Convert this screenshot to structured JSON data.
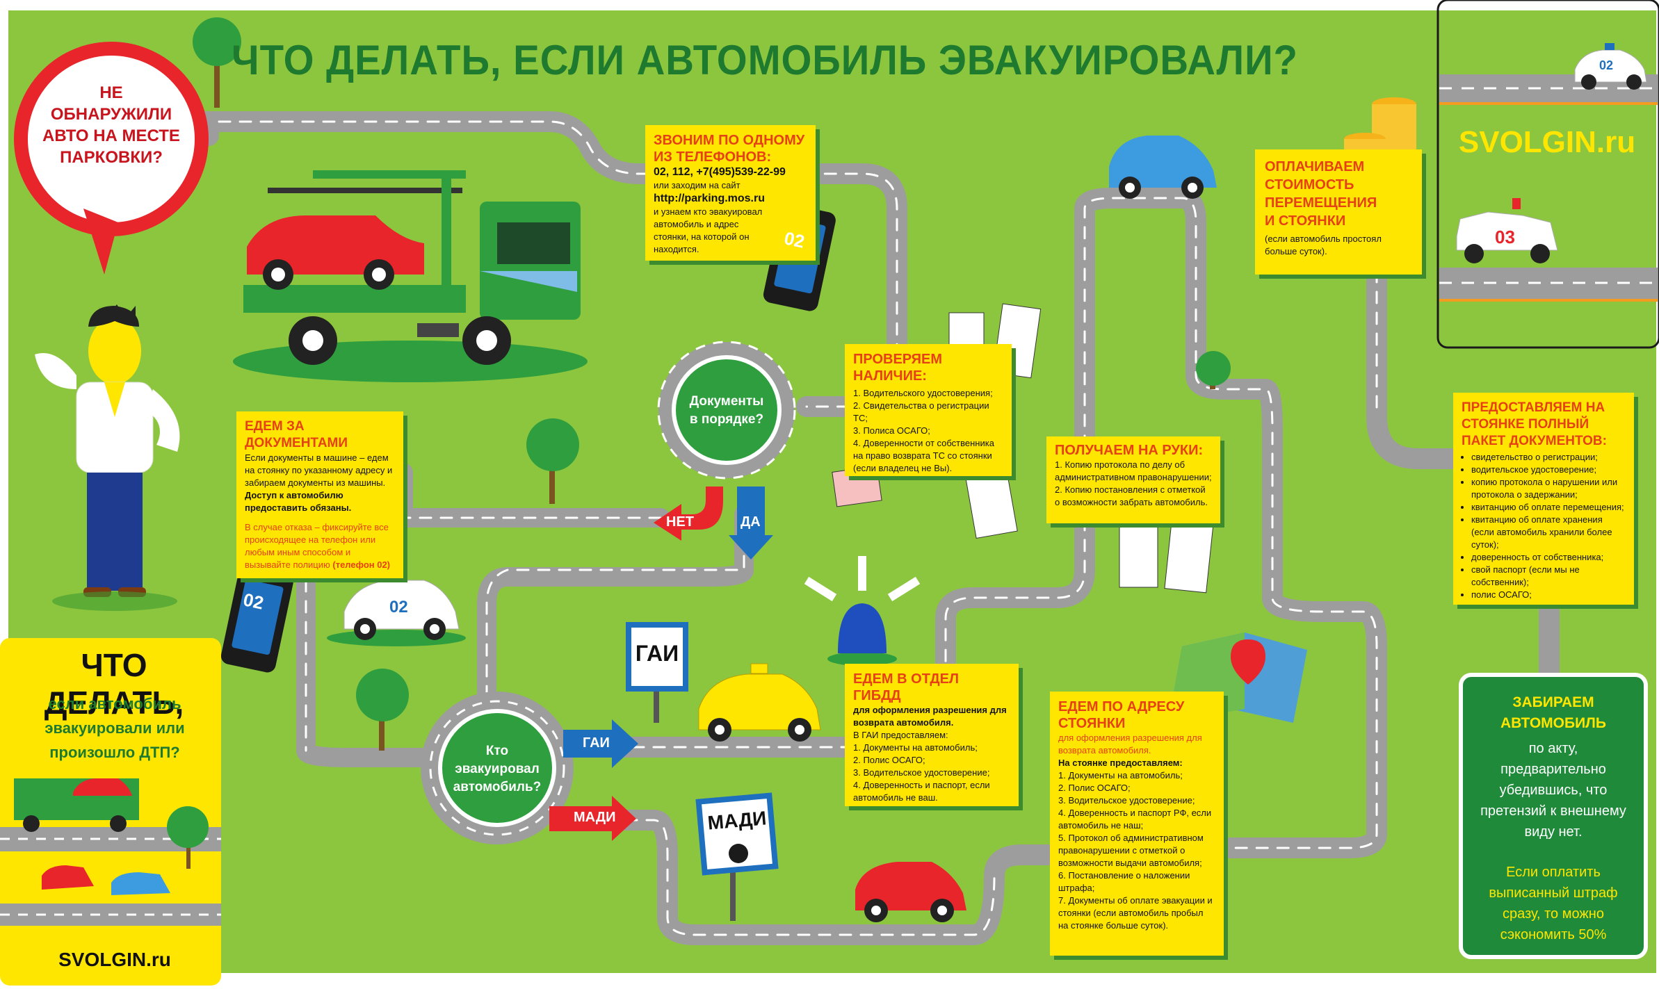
{
  "title": "ЧТО ДЕЛАТЬ, ЕСЛИ АВТОМОБИЛЬ ЭВАКУИРОВАЛИ?",
  "bubble": "НЕ ОБНАРУЖИЛИ АВТО НА МЕСТЕ ПАРКОВКИ?",
  "call_box": {
    "heading": "ЗВОНИМ ПО ОДНОМУ ИЗ ТЕЛЕФОНОВ:",
    "phones": "02, 112, +7(495)539-22-99",
    "line1": "или заходим на сайт",
    "site": "http://parking.mos.ru",
    "line2": "и узнаем кто эвакуировал автомобиль и адрес стоянки, на которой он находится."
  },
  "check_box": {
    "heading": "ПРОВЕРЯЕМ НАЛИЧИЕ:",
    "items": [
      "1. Водительского удостоверения;",
      "2. Свидетельства о регистрации ТС;",
      "3. Полиса ОСАГО;",
      "4. Доверенности от собственника на право возврата ТС со стоянки (если владелец не Вы)."
    ]
  },
  "docs_roundabout": "Документы в порядке?",
  "no_label": "НЕТ",
  "yes_label": "ДА",
  "go_docs_box": {
    "heading": "ЕДЕМ ЗА ДОКУМЕНТАМИ",
    "text": "Если документы в машине – едем на стоянку по указанному адресу и забираем документы из машины.",
    "bold": "Доступ к автомобилю предоставить обязаны.",
    "red": "В случае отказа – фиксируйте все происходящее на телефон или любым иным способом и вызывайте полицию",
    "red_bold": "(телефон 02)"
  },
  "who_roundabout": "Кто эвакуировал автомобиль?",
  "gai_label": "ГАИ",
  "madi_label": "МАДИ",
  "gai_sign": "ГАИ",
  "madi_sign": "МАДИ",
  "phone_02": "02",
  "police_car_02": "02",
  "ambulance_03": "03",
  "gibdd_box": {
    "heading": "ЕДЕМ В ОТДЕЛ ГИБДД",
    "sub": "для оформления разрешения для возврата автомобиля.",
    "intro": "В ГАИ предоставляем:",
    "items": [
      "1. Документы на автомобиль;",
      "2. Полис ОСАГО;",
      "3. Водительское удостоверение;",
      "4. Доверенность и паспорт, если автомобиль не ваш."
    ]
  },
  "receive_box": {
    "heading": "ПОЛУЧАЕМ НА РУКИ:",
    "items": [
      "1. Копию протокола по делу об административном правонарушении;",
      "2. Копию постановления с отметкой о возможности забрать автомобиль."
    ]
  },
  "address_box": {
    "heading": "ЕДЕМ ПО АДРЕСУ СТОЯНКИ",
    "sub": "для оформления разрешения для возврата автомобиля.",
    "intro": "На стоянке предоставляем:",
    "items": [
      "1. Документы на автомобиль;",
      "2. Полис ОСАГО;",
      "3. Водительское удостоверение;",
      "4. Доверенность и паспорт РФ, если автомобиль не наш;",
      "5. Протокол об административном правонарушении с отметкой о возможности выдачи автомобиля;",
      "6. Постановление о наложении штрафа;",
      "7. Документы об оплате эвакуации и стоянки (если автомобиль пробыл на стоянке больше суток)."
    ]
  },
  "pay_box": {
    "heading": "ОПЛАЧИВАЕМ СТОИМОСТЬ ПЕРЕМЕЩЕНИЯ И СТОЯНКИ",
    "note": "(если автомобиль простоял больше суток)."
  },
  "provide_box": {
    "heading": "ПРЕДОСТАВЛЯЕМ НА СТОЯНКЕ ПОЛНЫЙ ПАКЕТ ДОКУМЕНТОВ:",
    "items": [
      "свидетельство о регистрации;",
      "водительское удостоверение;",
      "копию протокола о нарушении или протокола о задержании;",
      "квитанцию об оплате перемещения;",
      "квитанцию об оплате хранения (если автомобиль хранили более суток);",
      "доверенность от собственника;",
      "свой паспорт (если мы не собственник);",
      "полис ОСАГО;"
    ]
  },
  "final_box": {
    "heading": "ЗАБИРАЕМ АВТОМОБИЛЬ",
    "text": "по акту, предварительно убедившись, что претензий к внешнему виду нет.",
    "note": "Если оплатить выписанный штраф сразу, то можно сэкономить 50%"
  },
  "left_panel": {
    "title": "ЧТО ДЕЛАТЬ,",
    "subtitle": "если автомобиль эвакуировали или произошло ДТП?",
    "site": "SVOLGIN.ru"
  },
  "right_panel": {
    "site": "SVOLGIN.ru"
  },
  "colors": {
    "grass": "#8cc63f",
    "road": "#9d9d9d",
    "box_yellow": "#ffe600",
    "title_green": "#1e7a2e",
    "accent_red": "#e64015"
  }
}
